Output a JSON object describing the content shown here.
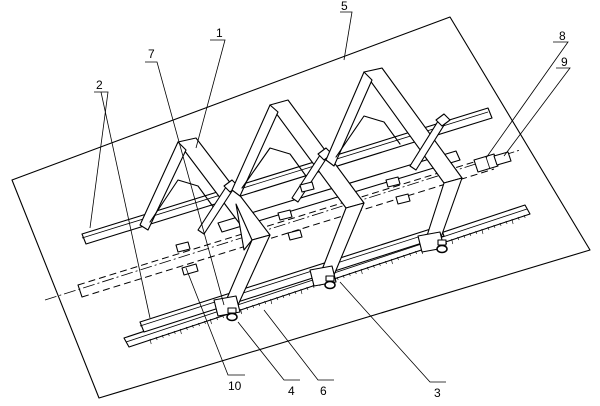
{
  "labels": [
    {
      "key": "l1",
      "text": "1"
    },
    {
      "key": "l2",
      "text": "2"
    },
    {
      "key": "l3",
      "text": "3"
    },
    {
      "key": "l4",
      "text": "4"
    },
    {
      "key": "l5",
      "text": "5"
    },
    {
      "key": "l6",
      "text": "6"
    },
    {
      "key": "l7",
      "text": "7"
    },
    {
      "key": "l8",
      "text": "8"
    },
    {
      "key": "l9",
      "text": "9"
    },
    {
      "key": "l10",
      "text": "10"
    }
  ]
}
